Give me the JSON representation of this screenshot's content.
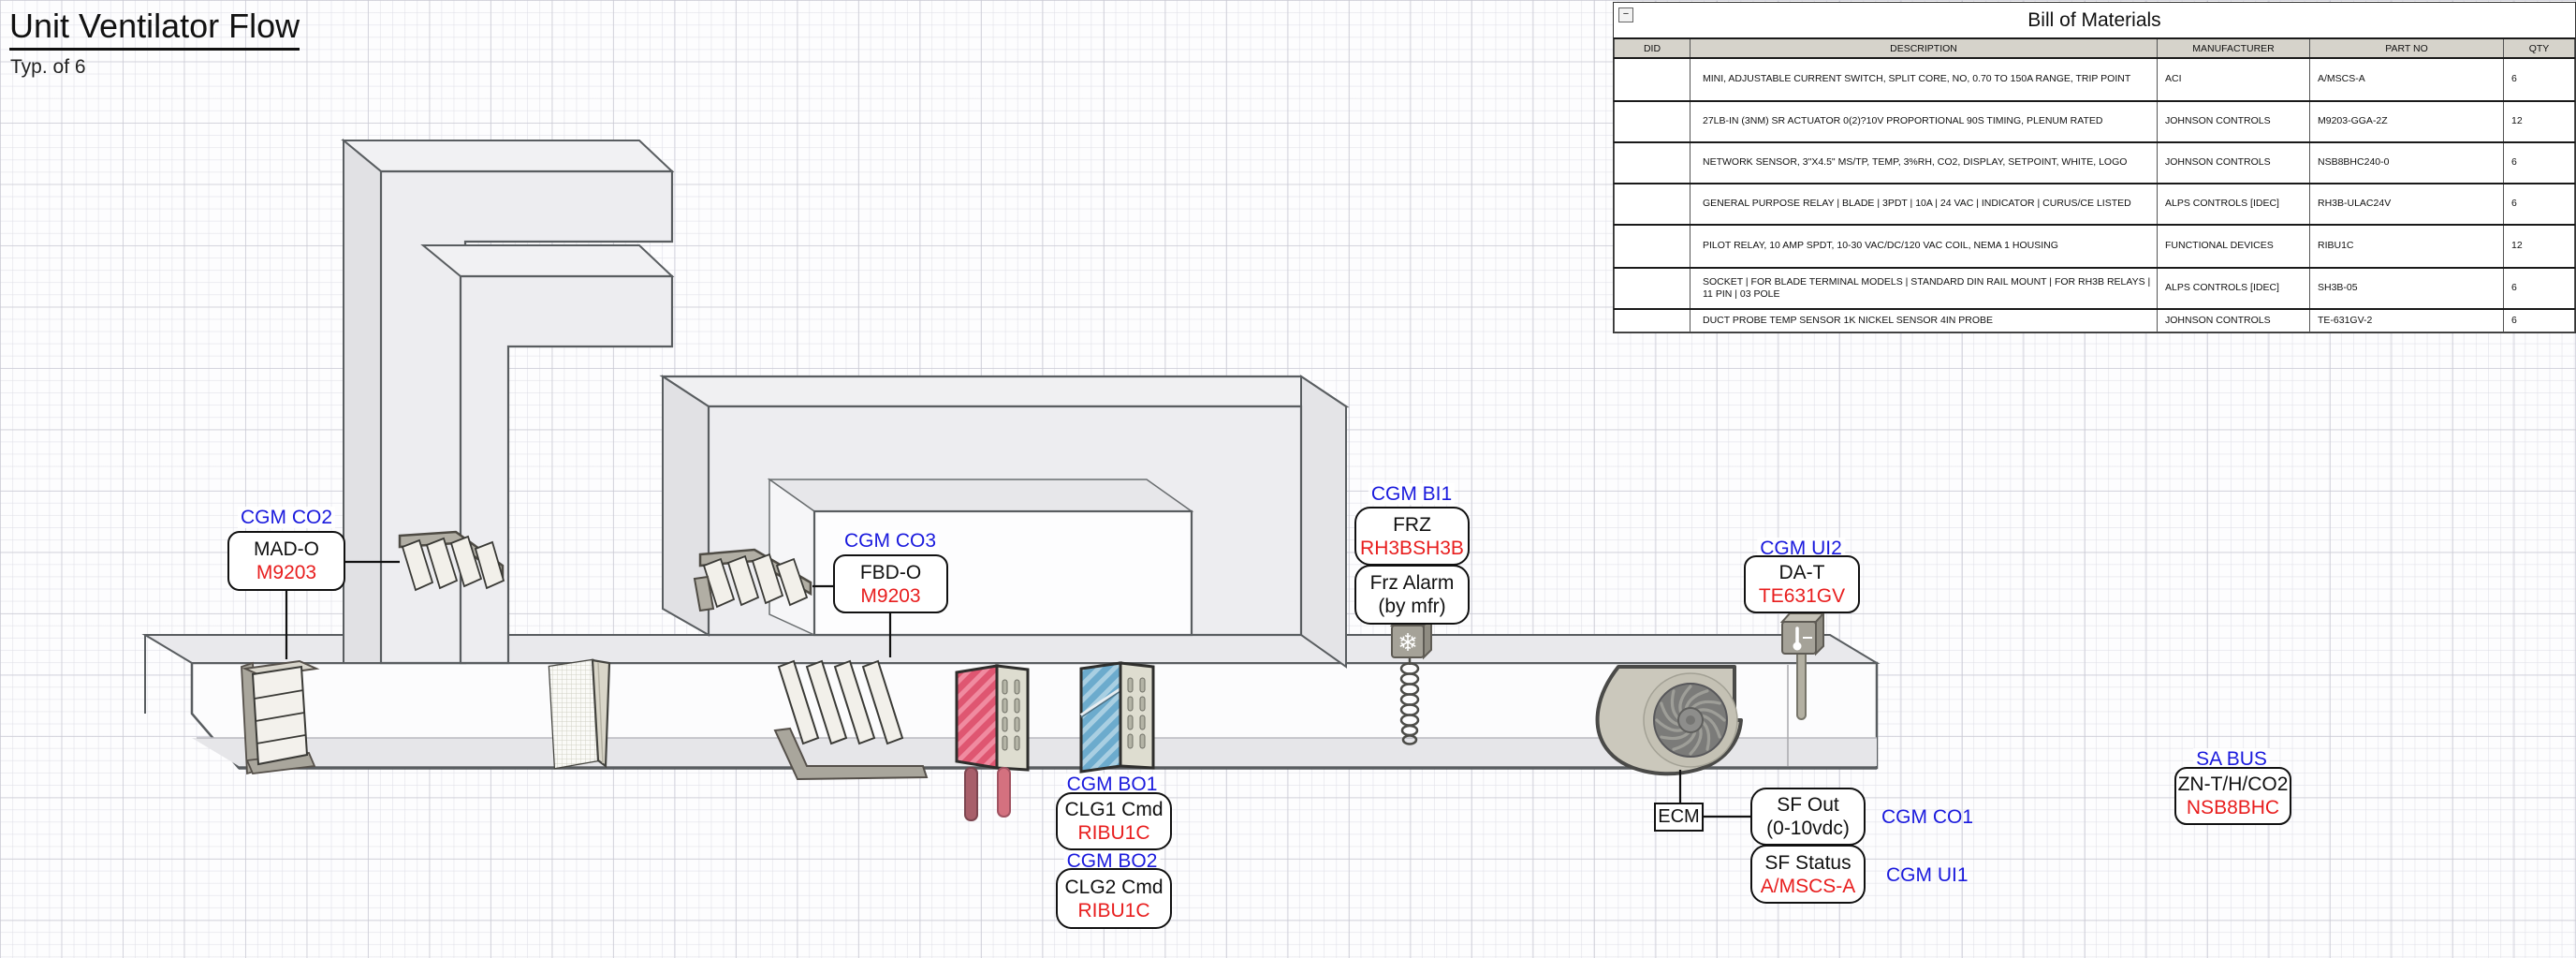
{
  "page": {
    "title": "Unit Ventilator Flow",
    "subtitle": "Typ. of 6"
  },
  "bom": {
    "title": "Bill of Materials",
    "collapse_glyph": "−",
    "columns": [
      "DID",
      "DESCRIPTION",
      "MANUFACTURER",
      "PART NO",
      "QTY"
    ],
    "rows": [
      {
        "did": "",
        "description": "MINI, ADJUSTABLE CURRENT SWITCH, SPLIT CORE, NO, 0.70 TO 150A RANGE, TRIP POINT",
        "manufacturer": "ACI",
        "part_no": "A/MSCS-A",
        "qty": "6"
      },
      {
        "did": "",
        "description": "27LB-IN (3NM) SR ACTUATOR 0(2)?10V PROPORTIONAL 90S TIMING, PLENUM RATED",
        "manufacturer": "JOHNSON CONTROLS",
        "part_no": "M9203-GGA-2Z",
        "qty": "12"
      },
      {
        "did": "",
        "description": "NETWORK SENSOR, 3\"X4.5\" MS/TP, TEMP, 3%RH, CO2, DISPLAY, SETPOINT, WHITE, LOGO",
        "manufacturer": "JOHNSON CONTROLS",
        "part_no": "NSB8BHC240-0",
        "qty": "6"
      },
      {
        "did": "",
        "description": "GENERAL PURPOSE RELAY | BLADE | 3PDT | 10A | 24 VAC | INDICATOR | CURUS/CE LISTED",
        "manufacturer": "ALPS CONTROLS [IDEC]",
        "part_no": "RH3B-ULAC24V",
        "qty": "6"
      },
      {
        "did": "",
        "description": "PILOT RELAY, 10 AMP SPDT, 10-30 VAC/DC/120 VAC COIL, NEMA 1 HOUSING",
        "manufacturer": "FUNCTIONAL DEVICES",
        "part_no": "RIBU1C",
        "qty": "12"
      },
      {
        "did": "",
        "description": "SOCKET | FOR BLADE TERMINAL MODELS | STANDARD DIN RAIL MOUNT | FOR RH3B RELAYS | 11 PIN | 03 POLE",
        "manufacturer": "ALPS CONTROLS [IDEC]",
        "part_no": "SH3B-05",
        "qty": "6"
      },
      {
        "did": "",
        "description": "DUCT PROBE TEMP SENSOR 1K NICKEL SENSOR 4IN PROBE",
        "manufacturer": "JOHNSON CONTROLS",
        "part_no": "TE-631GV-2",
        "qty": "6"
      }
    ]
  },
  "labels": {
    "cgm_co2": {
      "channel": "CGM CO2",
      "line1": "MAD-O",
      "line2": "M9203"
    },
    "cgm_co3": {
      "channel": "CGM CO3",
      "line1": "FBD-O",
      "line2": "M9203"
    },
    "cgm_bi1": {
      "channel": "CGM BI1",
      "line1": "FRZ",
      "line2": "RH3BSH3B",
      "note1": "Frz Alarm",
      "note2": "(by mfr)"
    },
    "cgm_ui2": {
      "channel": "CGM UI2",
      "line1": "DA-T",
      "line2": "TE631GV"
    },
    "cgm_bo1": {
      "channel": "CGM BO1",
      "line1": "CLG1 Cmd",
      "line2": "RIBU1C"
    },
    "cgm_bo2": {
      "channel": "CGM BO2",
      "line1": "CLG2 Cmd",
      "line2": "RIBU1C"
    },
    "ecm": "ECM",
    "sf_out": {
      "line1": "SF Out",
      "line2": "(0-10vdc)",
      "channel": "CGM CO1"
    },
    "sf_status": {
      "line1": "SF Status",
      "line2": "A/MSCS-A",
      "channel": "CGM UI1"
    },
    "sa_bus": {
      "channel": "SA BUS",
      "line1": "ZN-T/H/CO2",
      "line2": "NSB8BHC"
    }
  },
  "icons": {
    "snowflake": "❄"
  },
  "colors": {
    "channel_blue": "#1a1add",
    "part_red": "#e81e1e",
    "outline": "#595d60",
    "coil_hot": "#df5671",
    "coil_cold": "#6cabcd",
    "duct_fill": "#ededf0"
  }
}
